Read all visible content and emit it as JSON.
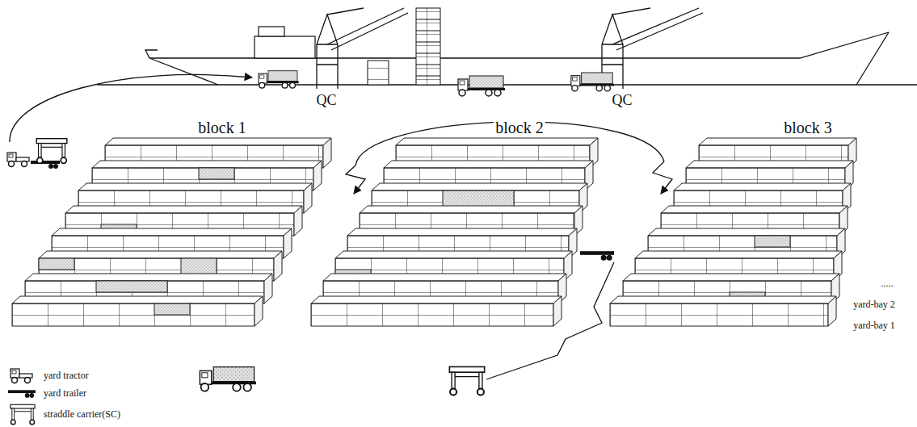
{
  "diagram": {
    "labels": [
      "QC",
      "QC",
      "block 1",
      "block 2",
      "block 3",
      ".....",
      "yard-bay 2",
      "yard-bay 1"
    ],
    "legend": [
      {
        "text": "yard tractor"
      },
      {
        "text": "yard trailer"
      },
      {
        "text": "straddle carrier(SC)"
      }
    ]
  }
}
